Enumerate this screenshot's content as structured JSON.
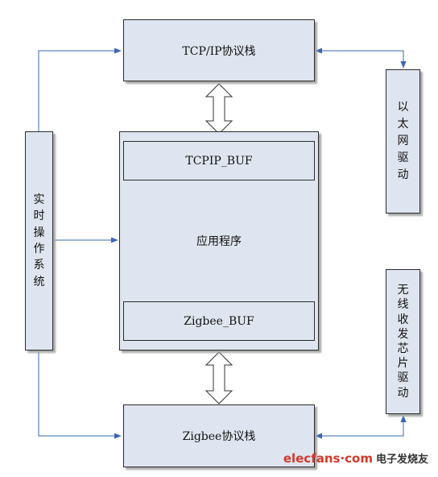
{
  "tcpip_stack": "TCP/IP协议栈",
  "zigbee_stack": "Zigbee协议栈",
  "application": {
    "title": "应用程序",
    "tcpip_buf": "TCPIP_BUF",
    "zigbee_buf": "Zigbee_BUF"
  },
  "rtos_chars": [
    "实",
    "时",
    "操",
    "作",
    "系",
    "统"
  ],
  "ethernet_driver_chars": [
    "以",
    "太",
    "网",
    "驱",
    "动"
  ],
  "wireless_driver_chars": [
    "无",
    "线",
    "收",
    "发",
    "芯",
    "片",
    "驱",
    "动"
  ],
  "watermark": {
    "site": "elecfans·com",
    "cn": "电子发烧友"
  },
  "colors": {
    "box_fill": "#dfe5f0",
    "arrow": "#3a67b5"
  }
}
